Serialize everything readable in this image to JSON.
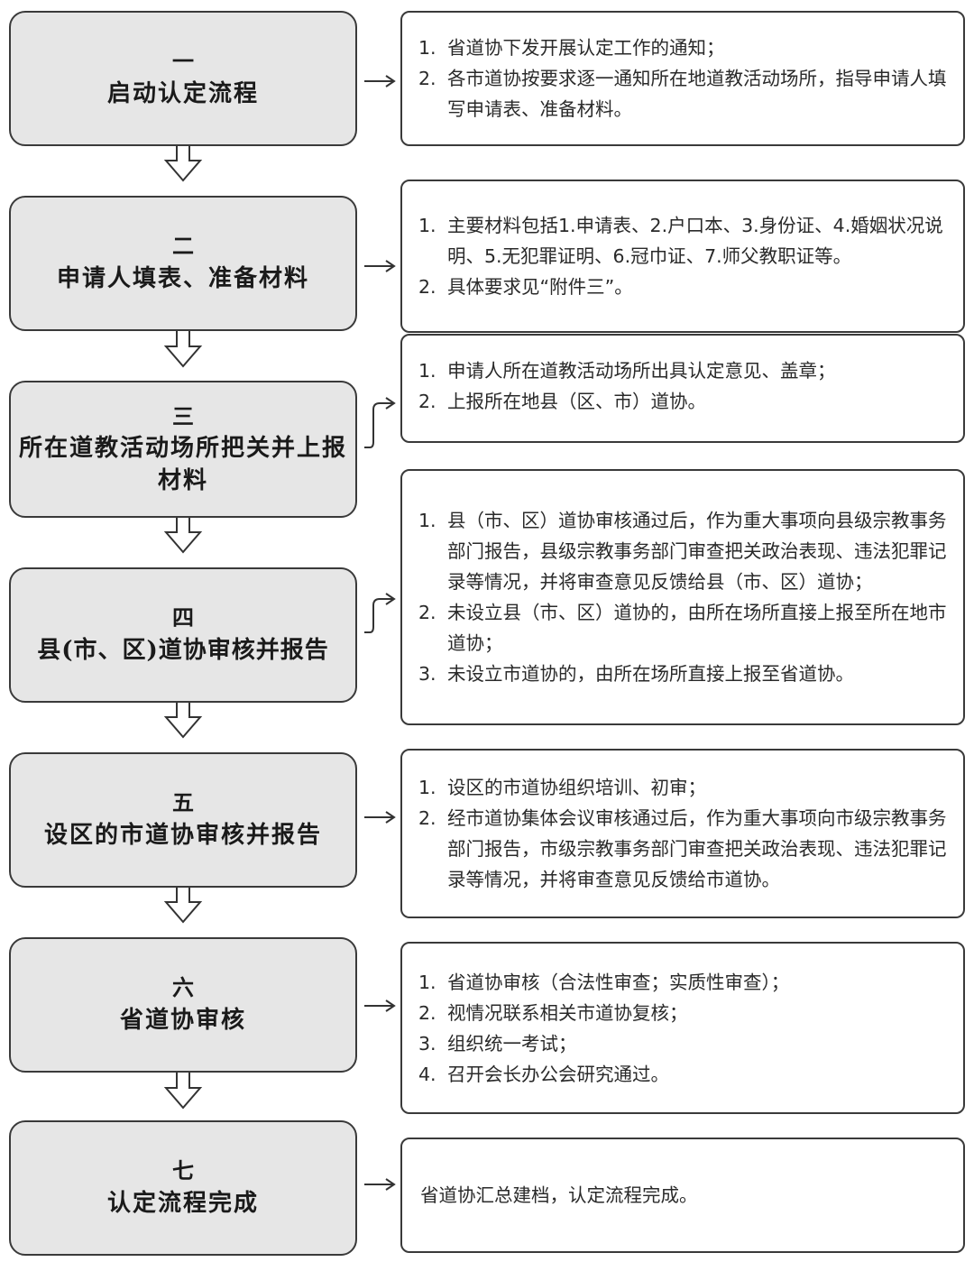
{
  "steps": [
    {
      "num": "一",
      "title": "启动认定流程",
      "items": [
        {
          "n": "1.",
          "text": "省道协下发开展认定工作的通知；"
        },
        {
          "n": "2.",
          "text": "各市道协按要求逐一通知所在地道教活动场所，指导申请人填写申请表、准备材料。"
        }
      ]
    },
    {
      "num": "二",
      "title": "申请人填表、准备材料",
      "items": [
        {
          "n": "1.",
          "text": "主要材料包括1.申请表、2.户口本、3.身份证、4.婚姻状况说明、5.无犯罪证明、6.冠巾证、7.师父教职证等。"
        },
        {
          "n": "2.",
          "text": "具体要求见“附件三”。"
        }
      ]
    },
    {
      "num": "三",
      "title": "所在道教活动场所把关并上报材料",
      "items": [
        {
          "n": "1.",
          "text": "申请人所在道教活动场所出具认定意见、盖章；"
        },
        {
          "n": "2.",
          "text": "上报所在地县（区、市）道协。"
        }
      ]
    },
    {
      "num": "四",
      "title": "县(市、区)道协审核并报告",
      "items": [
        {
          "n": "1.",
          "text": "县（市、区）道协审核通过后，作为重大事项向县级宗教事务部门报告，县级宗教事务部门审查把关政治表现、违法犯罪记录等情况，并将审查意见反馈给县（市、区）道协；"
        },
        {
          "n": "2.",
          "text": "未设立县（市、区）道协的，由所在场所直接上报至所在地市道协；"
        },
        {
          "n": "3.",
          "text": "未设立市道协的，由所在场所直接上报至省道协。"
        }
      ]
    },
    {
      "num": "五",
      "title": "设区的市道协审核并报告",
      "items": [
        {
          "n": "1.",
          "text": "设区的市道协组织培训、初审；"
        },
        {
          "n": "2.",
          "text": "经市道协集体会议审核通过后，作为重大事项向市级宗教事务部门报告，市级宗教事务部门审查把关政治表现、违法犯罪记录等情况，并将审查意见反馈给市道协。"
        }
      ]
    },
    {
      "num": "六",
      "title": "省道协审核",
      "items": [
        {
          "n": "1.",
          "text": "省道协审核（合法性审查；实质性审查）；"
        },
        {
          "n": "2.",
          "text": "视情况联系相关市道协复核；"
        },
        {
          "n": "3.",
          "text": "组织统一考试；"
        },
        {
          "n": "4.",
          "text": "召开会长办公会研究通过。"
        }
      ]
    },
    {
      "num": "七",
      "title": "认定流程完成",
      "plain": "省道协汇总建档，认定流程完成。"
    }
  ]
}
